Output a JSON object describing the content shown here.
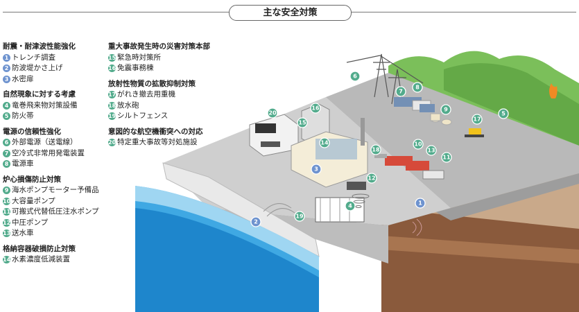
{
  "title": "主な安全対策",
  "colors": {
    "blue_marker": "#6e93cf",
    "green_marker": "#52ab8c"
  },
  "legend": [
    {
      "heading": "耐震・耐津波性能強化",
      "items": [
        {
          "num": "1",
          "label": "トレンチ調査",
          "color": "blue"
        },
        {
          "num": "2",
          "label": "防波堤かさ上げ",
          "color": "blue"
        },
        {
          "num": "3",
          "label": "水密扉",
          "color": "blue"
        }
      ]
    },
    {
      "heading": "自然現象に対する考慮",
      "items": [
        {
          "num": "4",
          "label": "竜巻飛来物対策設備",
          "color": "green"
        },
        {
          "num": "5",
          "label": "防火帯",
          "color": "green"
        }
      ]
    },
    {
      "heading": "電源の信頼性強化",
      "items": [
        {
          "num": "6",
          "label": "外部電源（送電線）",
          "color": "green"
        },
        {
          "num": "7",
          "label": "空冷式非常用発電装置",
          "color": "green"
        },
        {
          "num": "8",
          "label": "電源車",
          "color": "green"
        }
      ]
    },
    {
      "heading": "炉心損傷防止対策",
      "items": [
        {
          "num": "9",
          "label": "海水ポンプモーター予備品",
          "color": "green"
        },
        {
          "num": "10",
          "label": "大容量ポンプ",
          "color": "green"
        },
        {
          "num": "11",
          "label": "可搬式代替低圧注水ポンプ",
          "color": "green"
        },
        {
          "num": "12",
          "label": "中圧ポンプ",
          "color": "green"
        },
        {
          "num": "13",
          "label": "送水車",
          "color": "green"
        }
      ]
    },
    {
      "heading": "格納容器破損防止対策",
      "items": [
        {
          "num": "14",
          "label": "水素濃度低減装置",
          "color": "green"
        }
      ]
    },
    {
      "heading": "重大事故発生時の災害対策本部",
      "items": [
        {
          "num": "15",
          "label": "緊急時対策所",
          "color": "green"
        },
        {
          "num": "16",
          "label": "免震事務棟",
          "color": "green"
        }
      ]
    },
    {
      "heading": "放射性物質の拡散抑制対策",
      "items": [
        {
          "num": "17",
          "label": "がれき撤去用重機",
          "color": "green"
        },
        {
          "num": "18",
          "label": "放水砲",
          "color": "green"
        },
        {
          "num": "19",
          "label": "シルトフェンス",
          "color": "green"
        }
      ]
    },
    {
      "heading": "意図的な航空機衝突への対応",
      "items": [
        {
          "num": "20",
          "label": "特定重大事故等対処施設",
          "color": "green"
        }
      ]
    }
  ],
  "scene_markers": [
    "6",
    "7",
    "8",
    "9",
    "17",
    "5",
    "16",
    "20",
    "15",
    "14",
    "18",
    "10",
    "13",
    "11",
    "3",
    "12",
    "4",
    "1",
    "2",
    "19"
  ]
}
